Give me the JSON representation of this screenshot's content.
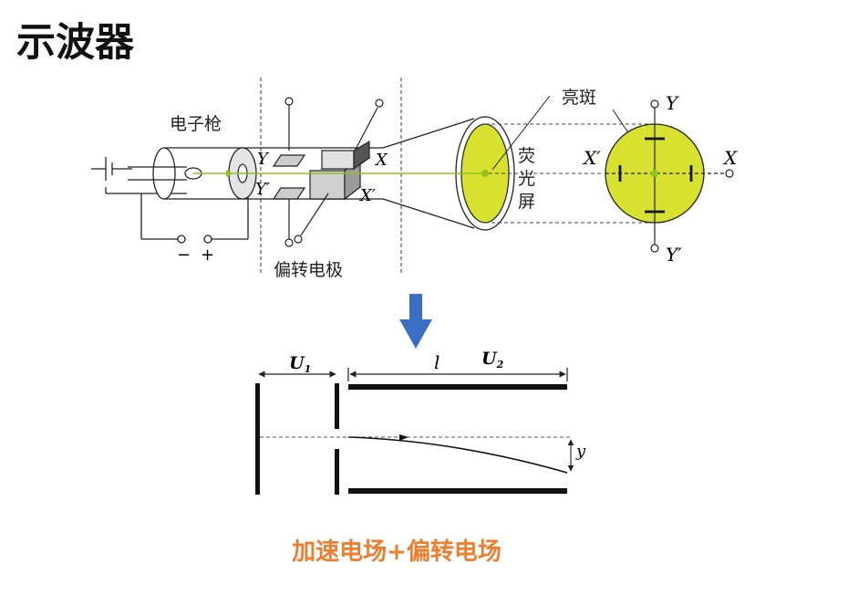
{
  "title": "示波器",
  "labels": {
    "electron_gun": "电子枪",
    "deflection_electrodes": "偏转电极",
    "screen": [
      "荧",
      "光",
      "屏"
    ],
    "bright_spot": "亮斑",
    "minus": "−",
    "plus": "+",
    "plate_y": "Y",
    "plate_y_prime": "Y′",
    "plate_x": "X",
    "plate_x_prime": "X′",
    "axis_y": "Y",
    "axis_y_prime": "Y′",
    "axis_x": "X",
    "axis_x_prime": "X′"
  },
  "lower": {
    "u1": "U",
    "u1_sub": "1",
    "l": "l",
    "u2": "U",
    "u2_sub": "2",
    "y": "y"
  },
  "caption": "加速电场+偏转电场",
  "colors": {
    "screen_fill": "#d8e030",
    "beam": "#8fc31f",
    "arrow": "#3a6fc4",
    "caption": "#ee7d2d"
  }
}
